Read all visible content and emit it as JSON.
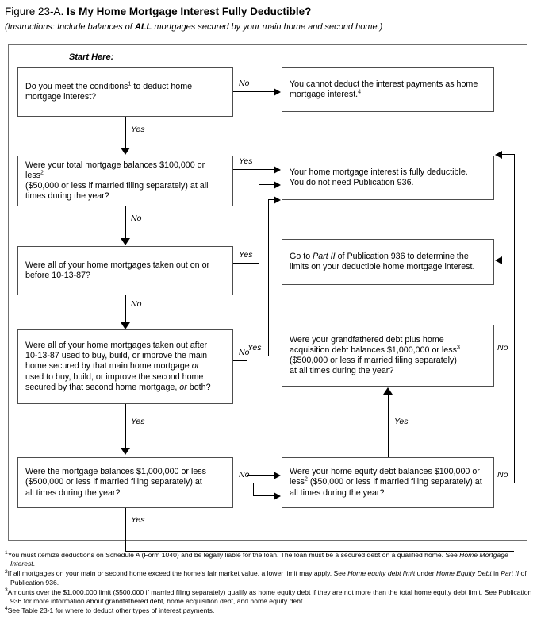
{
  "header": {
    "figure_label": "Figure 23-A.",
    "title": "Is My Home Mortgage Interest Fully Deductible?",
    "instructions_pre": "(Instructions: Include balances of ",
    "instructions_bold": "ALL",
    "instructions_post": " mortgages secured by your main home and second home.)"
  },
  "start_label": "Start Here:",
  "nodes": {
    "q1": "Do you meet the conditions¹ to deduct home mortgage interest?",
    "q1_line1": "Do you meet the conditions",
    "q1_sup": "1",
    "q1_line1b": " to deduct home",
    "q1_line2": "mortgage interest?",
    "a_cannot_l1": "You cannot deduct the interest payments as home",
    "a_cannot_l2": "mortgage interest.",
    "a_cannot_sup": "4",
    "q2_l1": "Were your total mortgage balances $100,000 or less",
    "q2_sup": "2",
    "q2_l2": "($50,000 or less if married filing separately) at all",
    "q2_l3": "times during the year?",
    "a_fully_l1": "Your home mortgage interest is fully deductible.",
    "a_fully_l2": "You do not need Publication 936.",
    "q3_l1": "Were all of your home mortgages taken out on or",
    "q3_l2": "before 10-13-87?",
    "a_partii_pre": "Go to ",
    "a_partii_em": "Part II",
    "a_partii_post": " of Publication 936 to determine the",
    "a_partii_l2": "limits on your deductible home mortgage interest.",
    "q4_l1": "Were all of your home mortgages taken out after",
    "q4_l2": "10-13-87 used to buy, build, or improve the main",
    "q4_l3a": "home secured by that main home mortgage ",
    "q4_l3em": "or",
    "q4_l4": "used to buy, build, or improve the second home",
    "q4_l5a": "secured by that second home mortgage, ",
    "q4_l5em": "or",
    "q4_l5b": " both?",
    "q5_l1": "Were your grandfathered debt plus home",
    "q5_l2": "acquisition debt balances $1,000,000 or less",
    "q5_sup": "3",
    "q5_l3": "($500,000 or less if married filing separately)",
    "q5_l4": "at all times during the year?",
    "q6_l1": "Were the mortgage balances $1,000,000 or less",
    "q6_l2": "($500,000 or less if married filing separately) at",
    "q6_l3": "all times during the year?",
    "q7_l1": "Were your home equity debt balances $100,000 or",
    "q7_l2a": "less",
    "q7_sup": "2",
    "q7_l2b": " ($50,000 or less if married filing separately) at",
    "q7_l3": "all times during the year?"
  },
  "edge_labels": {
    "q1_no": "No",
    "q1_yes": "Yes",
    "q2_yes": "Yes",
    "q2_no": "No",
    "q3_yes": "Yes",
    "q3_no": "No",
    "q4_no": "No",
    "q4_yes": "Yes",
    "q5_no": "No",
    "q5_yes_in": "Yes",
    "q5_yes_out": "Yes",
    "q6_no": "No",
    "q6_yes": "Yes",
    "q7_no": "No"
  },
  "footnotes": [
    {
      "num": "1",
      "segments": [
        {
          "t": "You must itemize deductions on Schedule A (Form 1040) and be legally liable for the loan. The loan must be a secured debt on a qualified home. See ",
          "em": false
        },
        {
          "t": "Home Mortgage Interest",
          "em": true
        },
        {
          "t": ".",
          "em": false
        }
      ]
    },
    {
      "num": "2",
      "segments": [
        {
          "t": "If all mortgages on your main or second home exceed the home's fair market value, a lower limit may apply. See ",
          "em": false
        },
        {
          "t": "Home equity debt limit",
          "em": true
        },
        {
          "t": " under ",
          "em": false
        },
        {
          "t": "Home Equity Debt",
          "em": true
        },
        {
          "t": " in ",
          "em": false
        },
        {
          "t": "Part II",
          "em": true
        },
        {
          "t": " of Publication 936.",
          "em": false
        }
      ]
    },
    {
      "num": "3",
      "segments": [
        {
          "t": "Amounts over the $1,000,000 limit ($500,000 if married filing separately) qualify as home equity debt if they are not more than the total home equity debt limit. See Publication 936 for more information about grandfathered debt, home acquisition debt, and home equity debt.",
          "em": false
        }
      ]
    },
    {
      "num": "4",
      "segments": [
        {
          "t": "See Table 23-1 for where to deduct other types of interest payments.",
          "em": false
        }
      ]
    }
  ],
  "chart_data": {
    "type": "flowchart",
    "title": "Figure 23-A. Is My Home Mortgage Interest Fully Deductible?",
    "nodes": [
      {
        "id": "q1",
        "kind": "decision",
        "text": "Do you meet the conditions(1) to deduct home mortgage interest?"
      },
      {
        "id": "end_no_deduct",
        "kind": "terminal",
        "text": "You cannot deduct the interest payments as home mortgage interest.(4)"
      },
      {
        "id": "q2",
        "kind": "decision",
        "text": "Were your total mortgage balances $100,000 or less(2) ($50,000 or less if married filing separately) at all times during the year?"
      },
      {
        "id": "end_fully",
        "kind": "terminal",
        "text": "Your home mortgage interest is fully deductible. You do not need Publication 936."
      },
      {
        "id": "q3",
        "kind": "decision",
        "text": "Were all of your home mortgages taken out on or before 10-13-87?"
      },
      {
        "id": "end_partii",
        "kind": "terminal",
        "text": "Go to Part II of Publication 936 to determine the limits on your deductible home mortgage interest."
      },
      {
        "id": "q4",
        "kind": "decision",
        "text": "Were all of your home mortgages taken out after 10-13-87 used to buy, build, or improve the main home secured by that main home mortgage or used to buy, build, or improve the second home secured by that second home mortgage, or both?"
      },
      {
        "id": "q5",
        "kind": "decision",
        "text": "Were your grandfathered debt plus home acquisition debt balances $1,000,000 or less(3) ($500,000 or less if married filing separately) at all times during the year?"
      },
      {
        "id": "q6",
        "kind": "decision",
        "text": "Were the mortgage balances $1,000,000 or less ($500,000 or less if married filing separately) at all times during the year?"
      },
      {
        "id": "q7",
        "kind": "decision",
        "text": "Were your home equity debt balances $100,000 or less(2) ($50,000 or less if married filing separately) at all times during the year?"
      }
    ],
    "edges": [
      {
        "from": "q1",
        "to": "end_no_deduct",
        "label": "No"
      },
      {
        "from": "q1",
        "to": "q2",
        "label": "Yes"
      },
      {
        "from": "q2",
        "to": "end_fully",
        "label": "Yes"
      },
      {
        "from": "q2",
        "to": "q3",
        "label": "No"
      },
      {
        "from": "q3",
        "to": "end_fully",
        "label": "Yes"
      },
      {
        "from": "q3",
        "to": "q4",
        "label": "No"
      },
      {
        "from": "q4",
        "to": "q5",
        "label": "No"
      },
      {
        "from": "q4",
        "to": "q6",
        "label": "Yes"
      },
      {
        "from": "q5",
        "to": "end_fully",
        "label": "Yes"
      },
      {
        "from": "q5",
        "to": "end_partii",
        "label": "No"
      },
      {
        "from": "q6",
        "to": "q7",
        "label": "No"
      },
      {
        "from": "q6",
        "to": "q7",
        "label": "Yes"
      },
      {
        "from": "q7",
        "to": "q5",
        "label": "Yes"
      },
      {
        "from": "q7",
        "to": "end_partii",
        "label": "No"
      }
    ]
  }
}
